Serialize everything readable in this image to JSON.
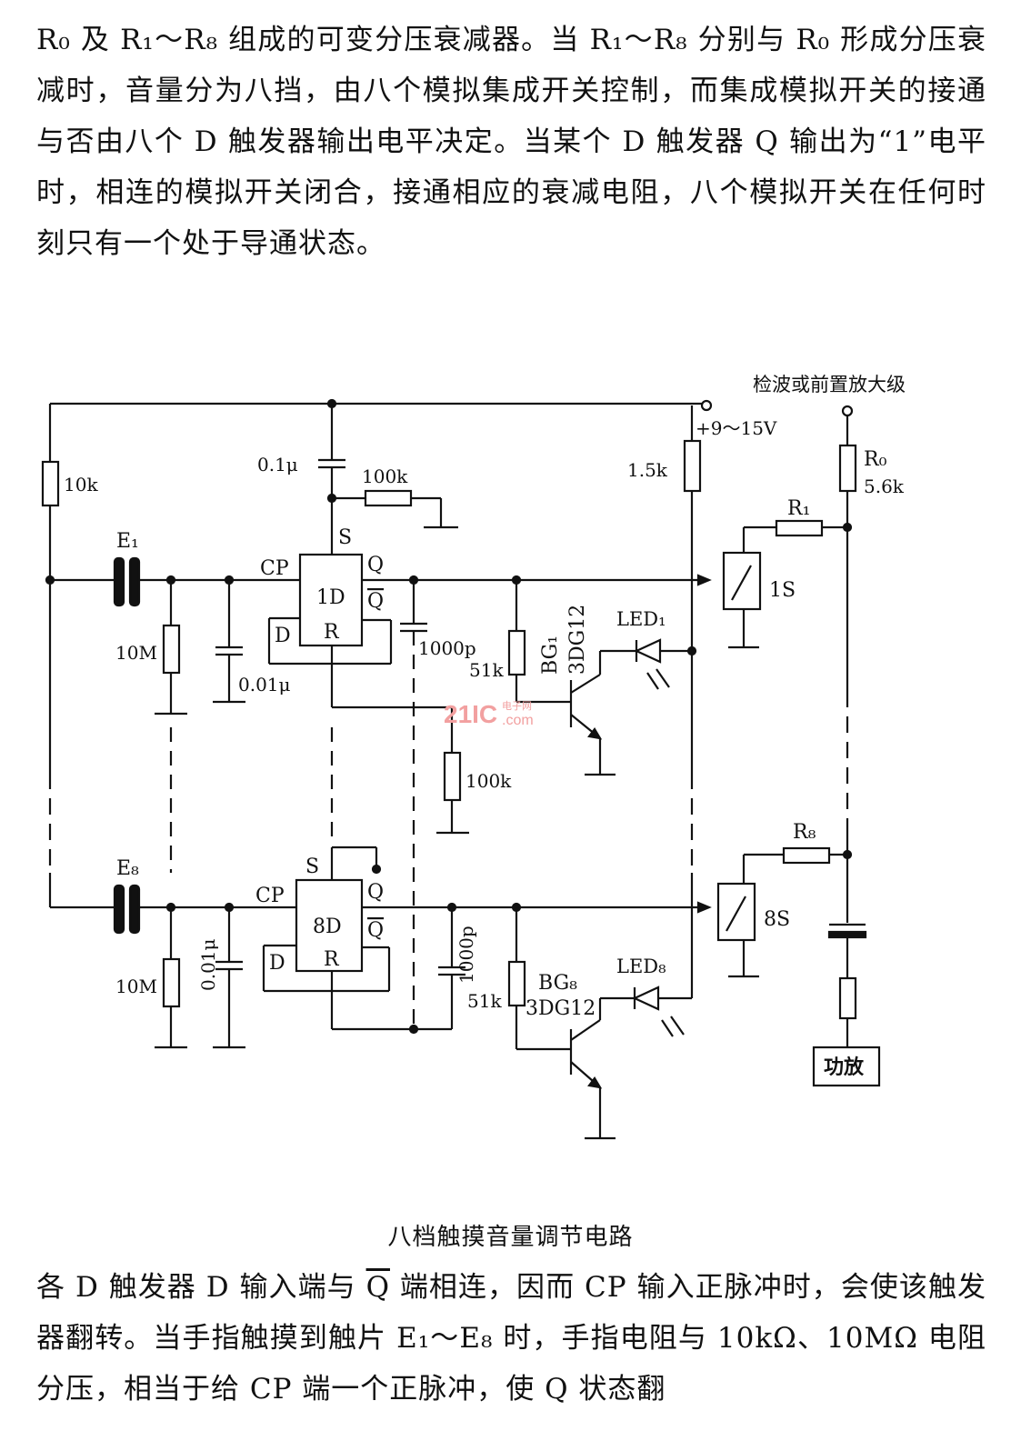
{
  "paragraph_top": {
    "text": "R₀ 及 R₁～R₈ 组成的可变分压衰减器。当 R₁～R₈ 分别与 R₀ 形成分压衰减时，音量分为八挡，由八个模拟集成开关控制，而集成模拟开关的接通与否由八个 D 触发器输出电平决定。当某个 D 触发器 Q 输出为“1”电平时，相连的模拟开关闭合，接通相应的衰减电阻，八个模拟开关在任何时刻只有一个处于导通状态。"
  },
  "diagram": {
    "labels": {
      "detector": "检波或前置放大级",
      "supply": "+9～15V",
      "r_10k": "10k",
      "c_01u": "0.1μ",
      "r_100k_top": "100k",
      "r_15k": "1.5k",
      "r0": "R₀",
      "r0_val": "5.6k",
      "r1": "R₁",
      "e1": "E₁",
      "cp1": "CP",
      "s1": "S",
      "q1": "Q",
      "qbar1": "Q",
      "ff1": "1D",
      "d1": "D",
      "r1pin": "R",
      "switch1": "1S",
      "led1": "LED₁",
      "bg1": "BG₁",
      "bg1_type": "3DG12",
      "r_10m_1": "10M",
      "c_001u_1": "0.01μ",
      "c_1000p_1": "1000p",
      "r_51k_1": "51k",
      "r_100k_mid": "100k",
      "watermark_num": "21IC",
      "watermark_cn": "电子网",
      "watermark_com": ".com",
      "e8": "E₈",
      "cp8": "CP",
      "s8": "S",
      "q8": "Q",
      "qbar8": "Q",
      "ff8": "8D",
      "d8": "D",
      "r8pin": "R",
      "switch8": "8S",
      "r8": "R₈",
      "led8": "LED₈",
      "bg8": "BG₈",
      "bg8_type": "3DG12",
      "r_10m_8": "10M",
      "c_001u_8": "0.01μ",
      "c_1000p_8": "1000p",
      "r_51k_8": "51k",
      "amp": "功放"
    }
  },
  "caption": "八档触摸音量调节电路",
  "paragraph_bottom": {
    "before_qbar": "各 D 触发器 D 输入端与 ",
    "qbar": "Q",
    "after_qbar": " 端相连，因而 CP 输入正脉冲时，会使该触发器翻转。当手指触摸到触片 E₁～E₈ 时，手指电阻与 10kΩ、10MΩ 电阻分压，相当于给 CP 端一个正脉冲，使 Q 状态翻"
  }
}
